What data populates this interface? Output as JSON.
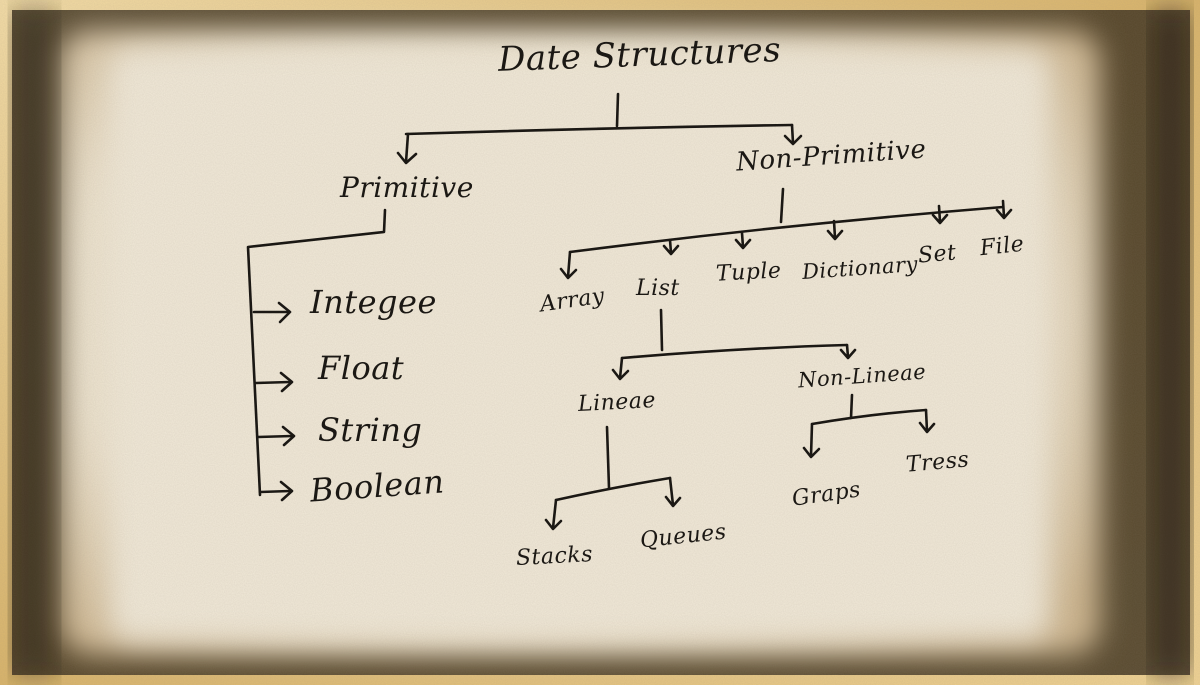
{
  "diagram": {
    "root": "Date Structures",
    "primitive": {
      "label": "Primitive",
      "children": [
        "Integee",
        "Float",
        "String",
        "Boolean"
      ]
    },
    "non_primitive": {
      "label": "Non-Primitive",
      "children": [
        "Array",
        "List",
        "Tuple",
        "Dictionary",
        "Set",
        "File"
      ],
      "list_branch": {
        "linear": {
          "label": "Lineae",
          "children": [
            "Stacks",
            "Queues"
          ]
        },
        "non_linear": {
          "label": "Non-Lineae",
          "children": [
            "Graps",
            "Tress"
          ]
        }
      }
    }
  },
  "colors": {
    "ink": "#1b1814",
    "paper": "#efe6d4",
    "frame_light": "#e6c98a",
    "frame_dark": "#4a3c25"
  }
}
